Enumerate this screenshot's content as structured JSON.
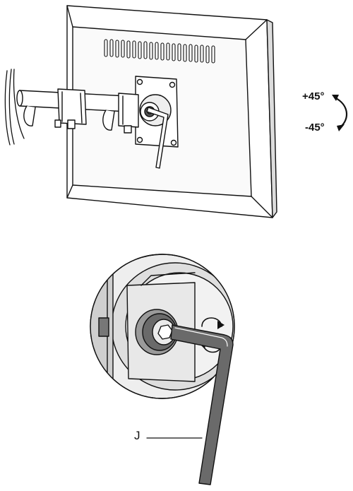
{
  "labels": {
    "rotation_positive": "+45°",
    "rotation_negative": "-45°",
    "part_label": "J"
  },
  "colors": {
    "stroke": "#111111",
    "light_fill": "#e6e6e6",
    "mid_fill": "#c8c8c8",
    "dark_fill": "#555555"
  }
}
